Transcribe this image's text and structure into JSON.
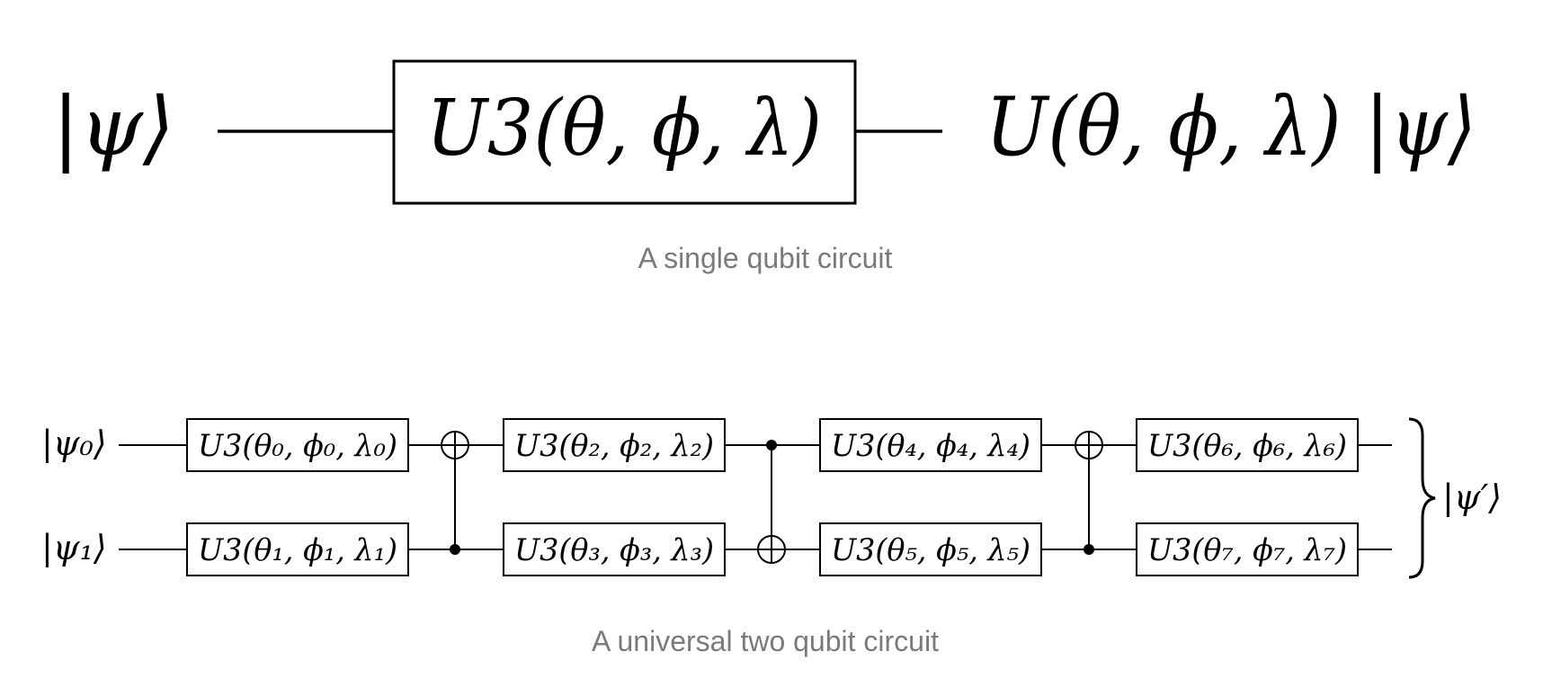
{
  "single_circuit": {
    "input_state": "|ψ⟩",
    "gate_label": "U3(θ, ϕ, λ)",
    "output_state": "U(θ, ϕ, λ) |ψ⟩",
    "caption": "A single qubit circuit"
  },
  "two_qubit_circuit": {
    "input_states": [
      "|ψ₀⟩",
      "|ψ₁⟩"
    ],
    "gates_top": [
      "U3(θ₀, ϕ₀, λ₀)",
      "U3(θ₂, ϕ₂, λ₂)",
      "U3(θ₄, ϕ₄, λ₄)",
      "U3(θ₆, ϕ₆, λ₆)"
    ],
    "gates_bottom": [
      "U3(θ₁, ϕ₁, λ₁)",
      "U3(θ₃, ϕ₃, λ₃)",
      "U3(θ₅, ϕ₅, λ₅)",
      "U3(θ₇, ϕ₇, λ₇)"
    ],
    "cnots": [
      {
        "control": "bottom",
        "target": "top"
      },
      {
        "control": "top",
        "target": "bottom"
      },
      {
        "control": "bottom",
        "target": "top"
      }
    ],
    "output_state": "|ψ′⟩",
    "caption": "A universal two qubit circuit"
  }
}
